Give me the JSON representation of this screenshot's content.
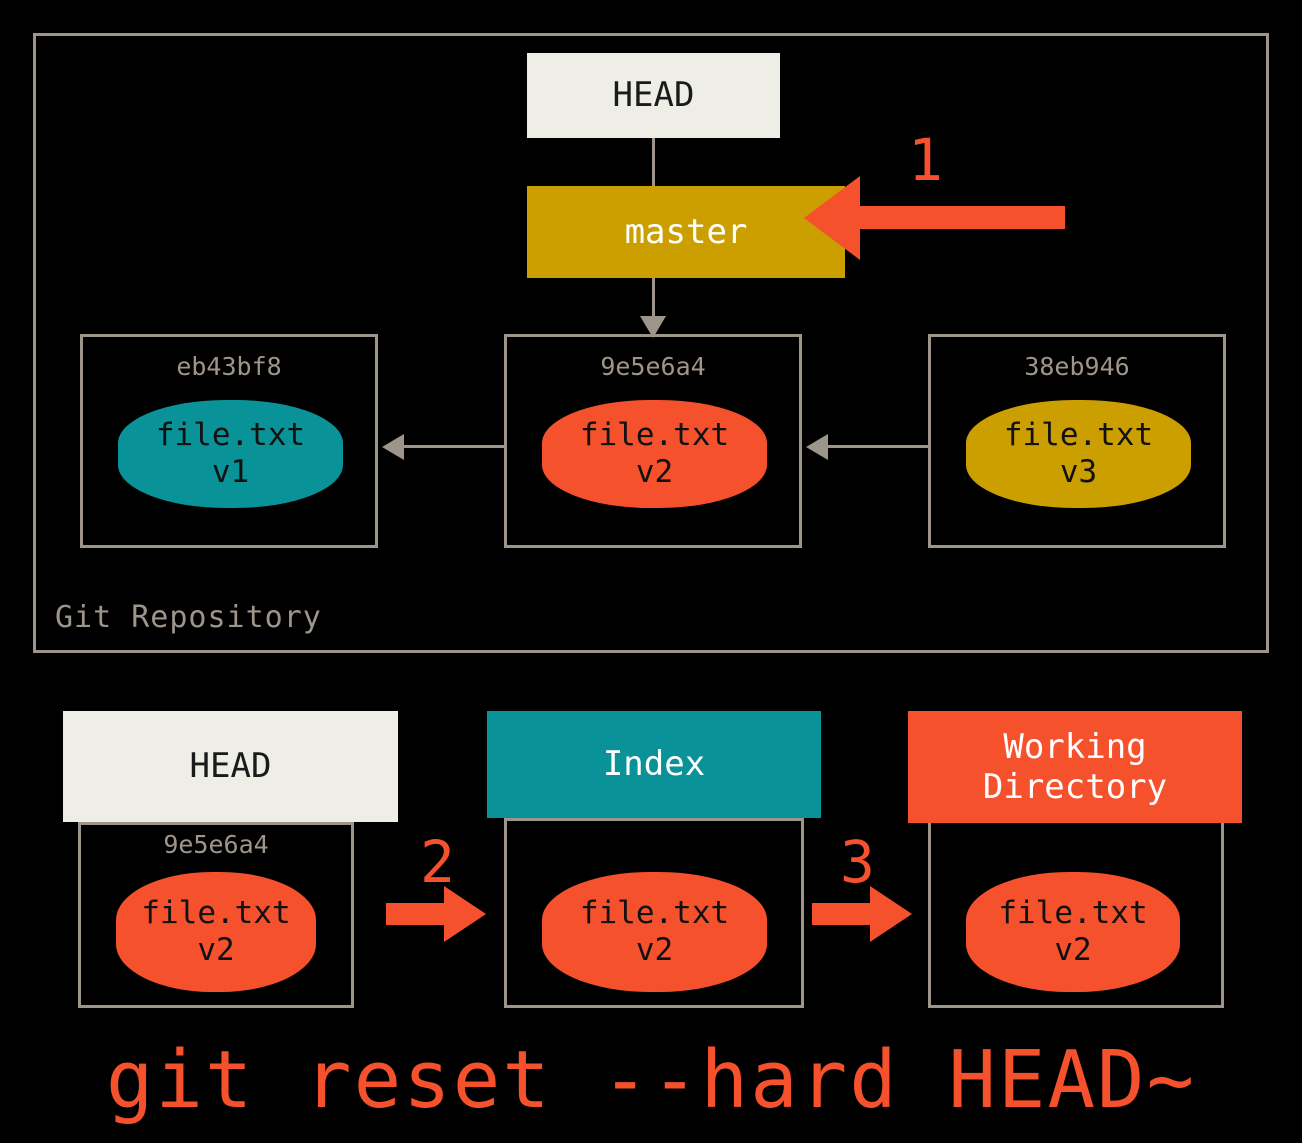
{
  "diagram": {
    "title": "git reset --hard HEAD~",
    "command_caption": "git reset --hard HEAD~",
    "repository": {
      "label": "Git Repository",
      "head": {
        "label": "HEAD"
      },
      "branch": {
        "label": "master"
      },
      "commits": [
        {
          "hash": "eb43bf8",
          "file": "file.txt",
          "version": "v1",
          "color": "#0a9299"
        },
        {
          "hash": "9e5e6a4",
          "file": "file.txt",
          "version": "v2",
          "color": "#f4512c"
        },
        {
          "hash": "38eb946",
          "file": "file.txt",
          "version": "v3",
          "color": "#cc9f00"
        }
      ]
    },
    "trees": [
      {
        "title": "HEAD",
        "hash": "9e5e6a4",
        "file": "file.txt",
        "version": "v2",
        "header_bg": "#eeeee6",
        "header_fg": "#1a1a1a",
        "blob_color": "#f4512c"
      },
      {
        "title": "Index",
        "hash": "",
        "file": "file.txt",
        "version": "v2",
        "header_bg": "#0a9299",
        "header_fg": "#ffffff",
        "blob_color": "#f4512c"
      },
      {
        "title": "Working\nDirectory",
        "hash": "",
        "file": "file.txt",
        "version": "v2",
        "header_bg": "#f4512c",
        "header_fg": "#ffffff",
        "blob_color": "#f4512c"
      }
    ],
    "steps": [
      {
        "number": "1",
        "description": "move-branch-pointer"
      },
      {
        "number": "2",
        "description": "update-index"
      },
      {
        "number": "3",
        "description": "update-working-directory"
      }
    ],
    "colors": {
      "background": "#000000",
      "frame": "#9e958a",
      "accent_red": "#f4512c",
      "teal": "#0a9299",
      "gold": "#cc9f00",
      "cream": "#eeeee6"
    }
  }
}
